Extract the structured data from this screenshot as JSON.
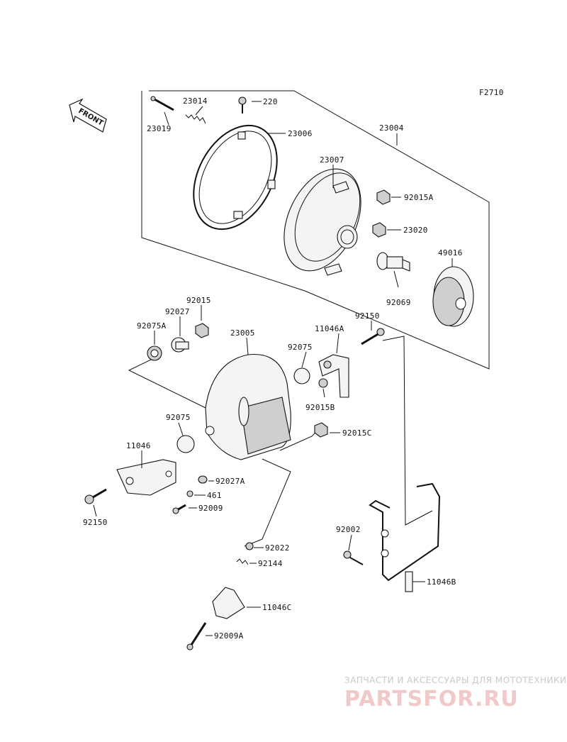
{
  "figure_code": "F2710",
  "front_arrow_label": "FRONT",
  "labels": {
    "p23014": "23014",
    "p220": "220",
    "p23019": "23019",
    "p23006": "23006",
    "p23004": "23004",
    "p23007": "23007",
    "p92015A": "92015A",
    "p23020": "23020",
    "p49016": "49016",
    "p92069": "92069",
    "p92015": "92015",
    "p92027": "92027",
    "p92075A": "92075A",
    "p23005": "23005",
    "p92150a": "92150",
    "p11046A": "11046A",
    "p92075a": "92075",
    "p92015B": "92015B",
    "p92075b": "92075",
    "p92015C": "92015C",
    "p11046": "11046",
    "p92027A": "92027A",
    "p461": "461",
    "p92150b": "92150",
    "p92009": "92009",
    "p92002": "92002",
    "p92022": "92022",
    "p92144": "92144",
    "p11046B": "11046B",
    "p11046C": "11046C",
    "p92009A": "92009A"
  },
  "watermark": {
    "tagline": "ЗАПЧАСТИ И АКСЕССУАРЫ ДЛЯ МОТОТЕХНИКИ",
    "brand": "PARTSFOR.RU"
  }
}
